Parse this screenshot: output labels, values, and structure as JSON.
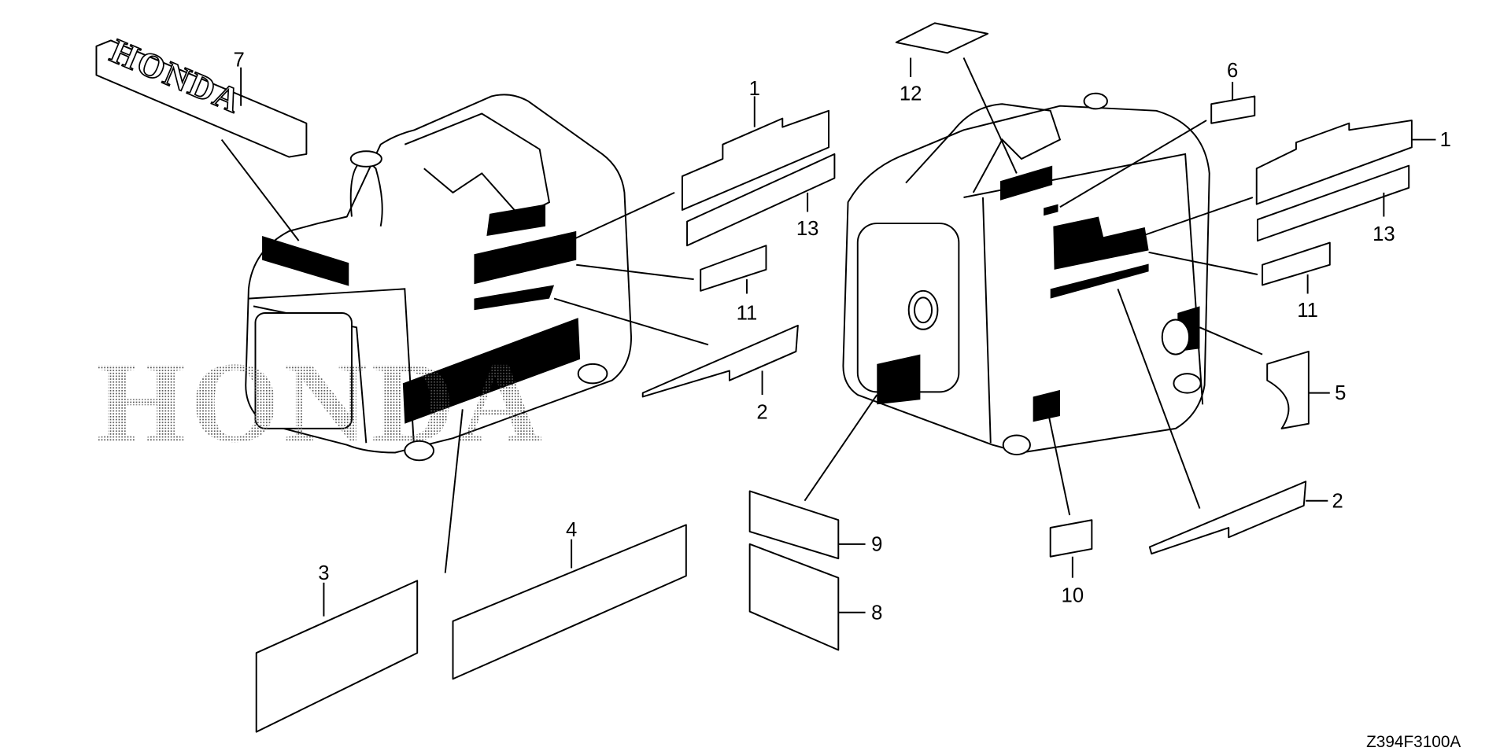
{
  "diagram": {
    "title_code": "Z394F3100A",
    "watermark": "HONDA",
    "emblem_text": "HONDA",
    "callouts": [
      {
        "id": "7",
        "label": "7"
      },
      {
        "id": "1-left",
        "label": "1"
      },
      {
        "id": "13-left",
        "label": "13"
      },
      {
        "id": "11-left",
        "label": "11"
      },
      {
        "id": "2-left",
        "label": "2"
      },
      {
        "id": "3",
        "label": "3"
      },
      {
        "id": "4",
        "label": "4"
      },
      {
        "id": "12",
        "label": "12"
      },
      {
        "id": "6",
        "label": "6"
      },
      {
        "id": "1-right",
        "label": "1"
      },
      {
        "id": "13-right",
        "label": "13"
      },
      {
        "id": "11-right",
        "label": "11"
      },
      {
        "id": "5",
        "label": "5"
      },
      {
        "id": "2-right",
        "label": "2"
      },
      {
        "id": "9",
        "label": "9"
      },
      {
        "id": "8",
        "label": "8"
      },
      {
        "id": "10",
        "label": "10"
      }
    ]
  }
}
